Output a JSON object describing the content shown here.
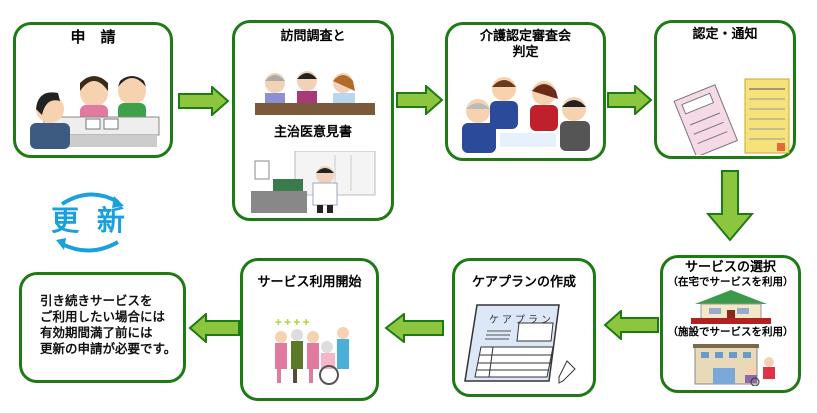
{
  "diagram": {
    "title": "介護保険サービス利用の流れ",
    "colors": {
      "border": "#1e7a14",
      "arrow_fill": "#8cc63f",
      "arrow_stroke": "#1e7a14",
      "renew_text": "#1aa0dc"
    },
    "steps": [
      {
        "id": "apply",
        "title": "申　請",
        "illustration": "consultation-at-counter"
      },
      {
        "id": "survey",
        "title": "訪問調査と",
        "subtitle": "主治医意見書",
        "illustrations": [
          "home-visit-interview",
          "doctor-at-desk"
        ]
      },
      {
        "id": "review",
        "title": "介護認定審査会",
        "title2": "判定",
        "illustration": "committee-meeting"
      },
      {
        "id": "notify",
        "title": "認定・通知",
        "illustration": "insurance-certificate-documents"
      },
      {
        "id": "select",
        "title": "サービスの選択",
        "option1": "（在宅でサービスを利用）",
        "option2": "（施設でサービスを利用）",
        "illustrations": [
          "house",
          "care-facility"
        ]
      },
      {
        "id": "careplan",
        "title": "ケアプランの作成",
        "illustration": "care-plan-document",
        "doc_label": "ケアプラン"
      },
      {
        "id": "start",
        "title": "サービス利用開始",
        "illustration": "caregivers-group"
      },
      {
        "id": "renewal-note",
        "lines": [
          "引き続きサービスを",
          "ご利用したい場合には",
          "有効期間満了前には",
          "更新の申請が必要です。"
        ]
      }
    ],
    "renewal_badge": {
      "text": "更 新",
      "icon": "renew-cycle-icon"
    },
    "flow": [
      "apply → survey",
      "survey → review",
      "review → notify",
      "notify ↓ select",
      "select ← careplan",
      "careplan ← start",
      "start ← renewal-note"
    ]
  }
}
